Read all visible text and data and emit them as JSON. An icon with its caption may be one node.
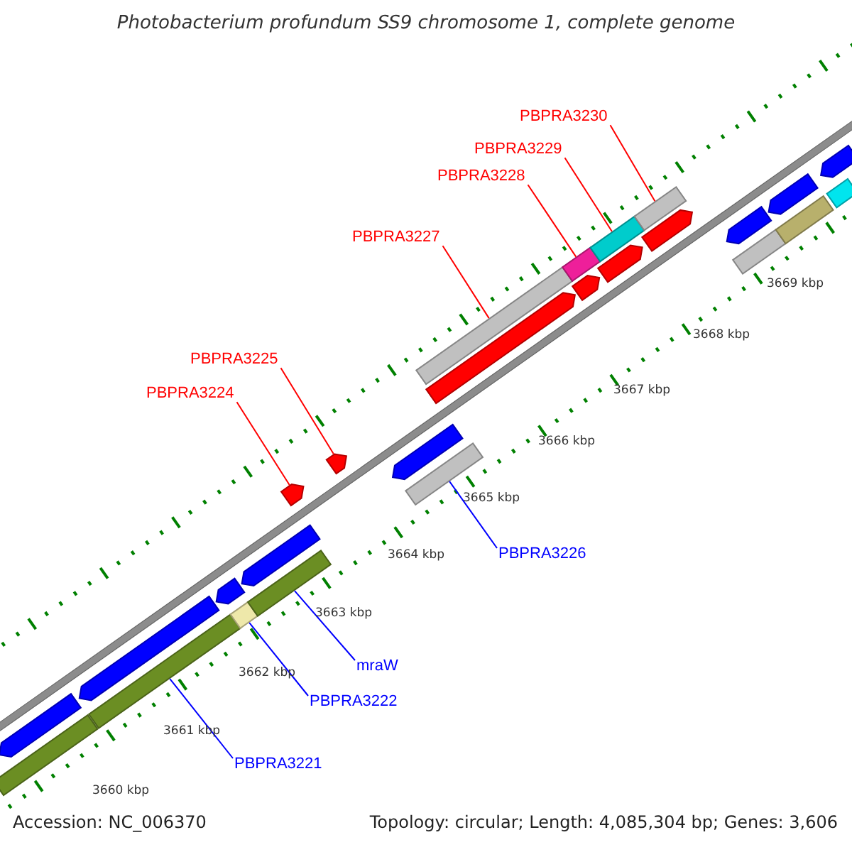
{
  "diagram": {
    "title": "Photobacterium profundum SS9 chromosome 1, complete genome",
    "nodes": [
      {
        "text": [
          "PBPRA3230"
        ]
      },
      {
        "text": [
          "PBPRA3229"
        ]
      },
      {
        "text": [
          "PBPRA3228"
        ]
      },
      {
        "text": [
          "PBPRA3227"
        ]
      },
      {
        "text": [
          "PBPRA3225"
        ]
      },
      {
        "text": [
          "PBPRA3224"
        ]
      },
      {
        "text": [
          "PBPRA3226"
        ]
      },
      {
        "text": [
          "mraW"
        ]
      },
      {
        "text": [
          "PBPRA3222"
        ]
      },
      {
        "text": [
          "PBPRA3221"
        ]
      },
      {
        "text": [],
        "shape": "bar"
      },
      {
        "text": [],
        "shape": "pentagon"
      },
      {
        "text": [],
        "shape": "bar"
      },
      {
        "text": [],
        "shape": "pentagon"
      },
      {
        "text": [],
        "shape": "pentagon"
      },
      {
        "text": [],
        "shape": "bar"
      },
      {
        "text": [],
        "shape": "bar"
      },
      {
        "text": [],
        "shape": "pentagon"
      },
      {
        "text": [],
        "shape": "pentagon"
      },
      {
        "text": [],
        "shape": "pentagon"
      },
      {
        "text": [],
        "shape": "pentagon"
      },
      {
        "text": [],
        "shape": "bar"
      },
      {
        "text": [],
        "shape": "pentagon"
      },
      {
        "text": [],
        "shape": "bar"
      },
      {
        "text": [],
        "shape": "pentagon"
      },
      {
        "text": [],
        "shape": "bar"
      },
      {
        "text": [],
        "shape": "pentagon"
      },
      {
        "text": [],
        "shape": "bar"
      },
      {
        "text": [],
        "shape": "pentagon"
      },
      {
        "text": [],
        "shape": "bar"
      },
      {
        "text": [],
        "shape": "bar"
      },
      {
        "text": [],
        "shape": "pentagon"
      },
      {
        "text": [],
        "shape": "bar"
      },
      {
        "text": [],
        "shape": "pentagon"
      },
      {
        "text": [],
        "shape": "bar"
      },
      {
        "text": [],
        "shape": "pentagon"
      }
    ],
    "edges": [
      {
        "from": 0,
        "to": 29,
        "arrow": "none"
      },
      {
        "from": 1,
        "to": 27,
        "arrow": "none"
      },
      {
        "from": 2,
        "to": 25,
        "arrow": "none"
      },
      {
        "from": 3,
        "to": 23,
        "arrow": "none"
      },
      {
        "from": 4,
        "to": 19,
        "arrow": "none"
      },
      {
        "from": 5,
        "to": 18,
        "arrow": "none"
      },
      {
        "from": 6,
        "to": 21,
        "arrow": "none",
        "color": "#0000ff"
      },
      {
        "from": 7,
        "to": 16,
        "arrow": "none",
        "color": "#0000ff"
      },
      {
        "from": 8,
        "to": 15,
        "arrow": "none",
        "color": "#0000ff"
      },
      {
        "from": 9,
        "to": 12,
        "arrow": "none",
        "color": "#0000ff"
      }
    ],
    "labels": [
      "3669 kbp",
      "3668 kbp",
      "3667 kbp",
      "3666 kbp",
      "3665 kbp",
      "3664 kbp",
      "3663 kbp",
      "3662 kbp",
      "3661 kbp",
      "3660 kbp",
      "Accession: NC_006370",
      "Topology: circular; Length: 4,085,304 bp; Genes: 3,606"
    ]
  }
}
